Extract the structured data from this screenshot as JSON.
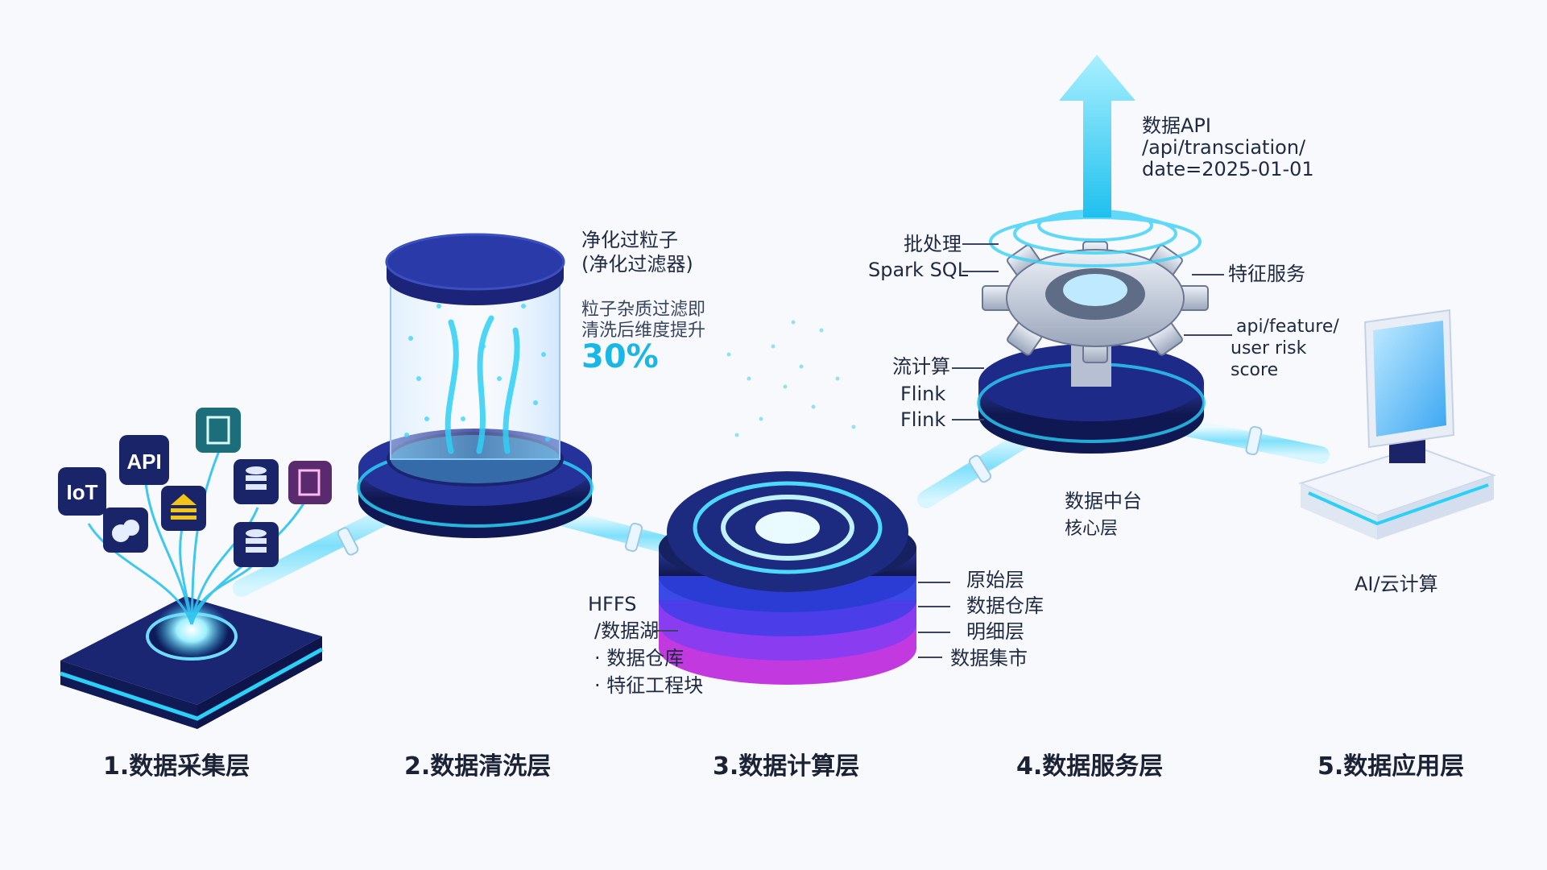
{
  "stages": [
    {
      "label": "1.数据采集层"
    },
    {
      "label": "2.数据清洗层"
    },
    {
      "label": "3.数据计算层"
    },
    {
      "label": "4.数据服务层"
    },
    {
      "label": "5.数据应用层"
    }
  ],
  "source_icons": [
    "IoT",
    "API",
    "document-icon",
    "cloud-icon",
    "layers-icon",
    "database-icon",
    "database-icon",
    "file-icon"
  ],
  "cleaning": {
    "title_line1": "净化过粒子",
    "title_line2": "(净化过滤器)",
    "note_line1": "粒子杂质过滤即",
    "note_line2": "清洗后维度提升",
    "percent": "30%"
  },
  "compute": {
    "left_labels": [
      "HFFS",
      "/数据湖",
      "· 数据仓库",
      "· 特征工程块"
    ],
    "layers": [
      "原始层",
      "数据仓库",
      "明细层",
      "数据集市"
    ]
  },
  "service": {
    "api_title": "数据API",
    "api_path_line1": "/api/transciation/",
    "api_path_line2": "date=2025-01-01",
    "batch_label": "批处理",
    "batch_engine": "Spark SQL",
    "feature_label": "特征服务",
    "feature_path_line1": "api/feature/",
    "feature_path_line2": "user risk",
    "feature_path_line3": "score",
    "stream_label": "流计算",
    "stream_engine_1": "Flink",
    "stream_engine_2": "Flink",
    "platform_line1": "数据中台",
    "platform_line2": "核心层"
  },
  "app": {
    "label": "AI/云计算"
  },
  "colors": {
    "navy": "#15205e",
    "cyan": "#27c6f2",
    "violet": "#8a3cf0",
    "magenta": "#d63fe6"
  }
}
